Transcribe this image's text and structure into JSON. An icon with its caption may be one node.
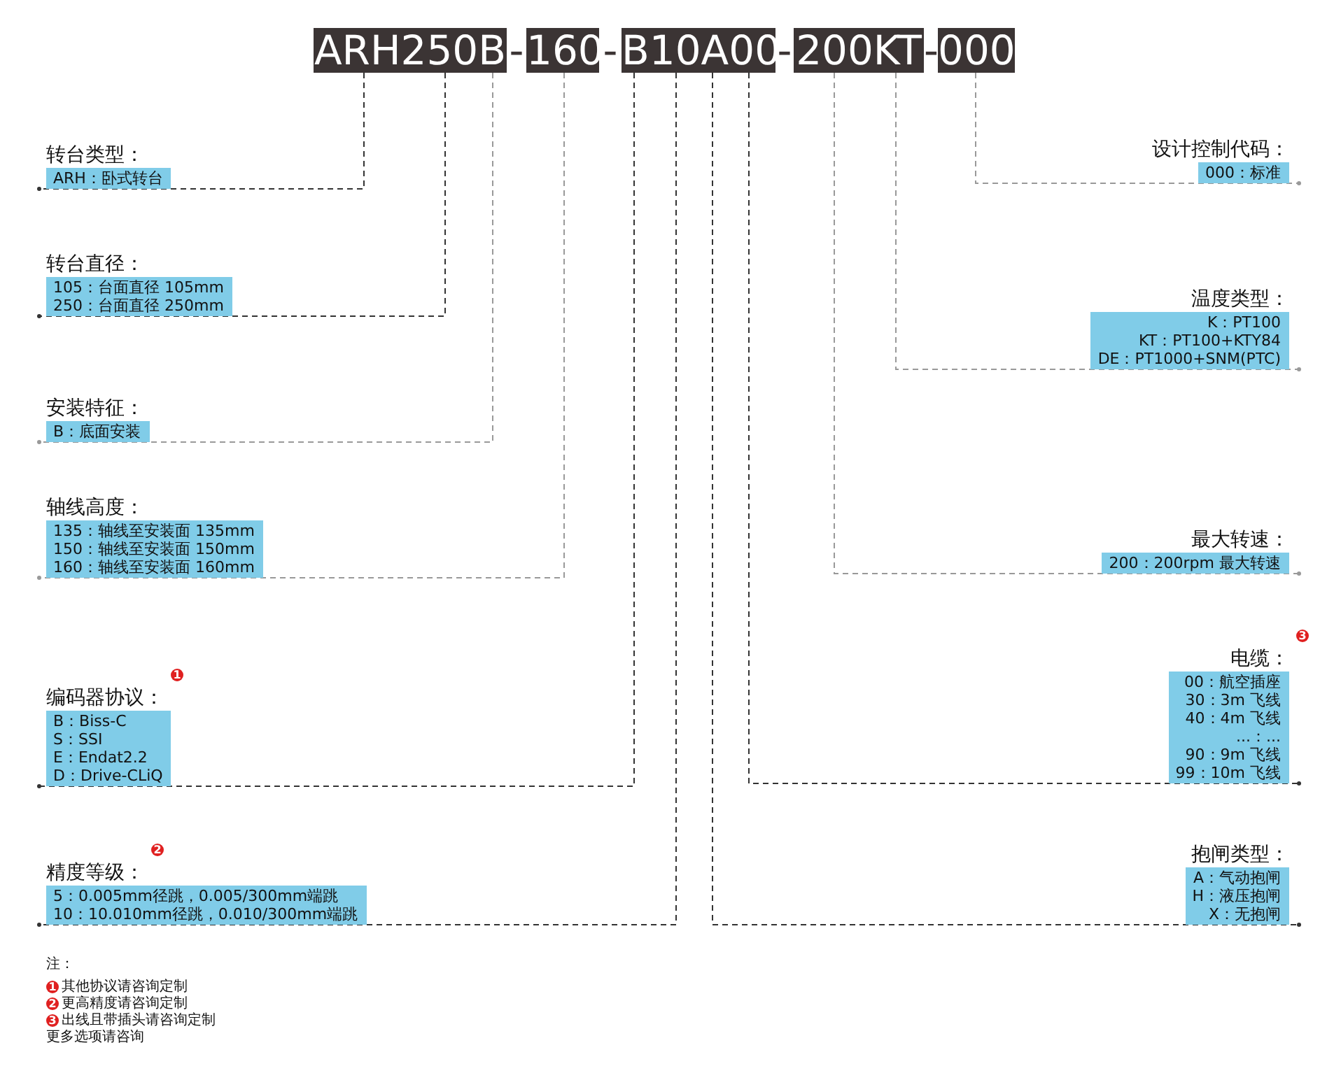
{
  "diagram": {
    "nodes": [
      {
        "text": [
          "ARH250B"
        ]
      },
      {
        "text": [
          "160"
        ]
      },
      {
        "text": [
          "B10A00"
        ]
      },
      {
        "text": [
          "200KT"
        ]
      },
      {
        "text": [
          "000"
        ]
      },
      {
        "text": [
          "转台类型：",
          "ARH：卧式转台"
        ]
      },
      {
        "text": [
          "转台直径：",
          "105：台面直径 105mm",
          "250：台面直径 250mm"
        ]
      },
      {
        "text": [
          "安装特征：",
          "B：底面安装"
        ]
      },
      {
        "text": [
          "轴线高度：",
          "135：轴线至安装面 135mm",
          "150：轴线至安装面 150mm",
          "160：轴线至安装面 160mm"
        ]
      },
      {
        "text": [
          "编码器协议：",
          "B：Biss-C",
          "S：SSI",
          "E：Endat2.2",
          "D：Drive-CLiQ"
        ],
        "beside": [
          "1"
        ]
      },
      {
        "text": [
          "精度等级：",
          "5：0.005mm径跳，0.005/300mm端跳",
          "10：10.010mm径跳，0.010/300mm端跳"
        ],
        "beside": [
          "2"
        ]
      },
      {
        "text": [
          "设计控制代码：",
          "000：标准"
        ]
      },
      {
        "text": [
          "温度类型：",
          "K：PT100",
          "KT：PT100+KTY84",
          "DE：PT1000+SNM(PTC)"
        ]
      },
      {
        "text": [
          "最大转速：",
          "200：200rpm 最大转速"
        ]
      },
      {
        "text": [
          "电缆：",
          "00：航空插座",
          "30：3m 飞线",
          "40：4m 飞线",
          "...：...",
          "90：9m 飞线",
          "99：10m 飞线"
        ],
        "beside": [
          "3"
        ]
      },
      {
        "text": [
          "抱闸类型：",
          "A：气动抱闸",
          "H：液压抱闸",
          "X：无抱闸"
        ]
      }
    ],
    "edges": [
      {
        "from": 0,
        "to": 5,
        "arrow": "other",
        "style": "dashed"
      },
      {
        "from": 0,
        "to": 6,
        "arrow": "other",
        "style": "dashed"
      },
      {
        "from": 0,
        "to": 7,
        "arrow": "other",
        "style": "dashed",
        "color": "#999999"
      },
      {
        "from": 1,
        "to": 8,
        "arrow": "other",
        "style": "dashed",
        "color": "#999999"
      },
      {
        "from": 2,
        "to": 9,
        "arrow": "other",
        "style": "dashed"
      },
      {
        "from": 2,
        "to": 10,
        "arrow": "other",
        "style": "dashed"
      },
      {
        "from": 2,
        "to": 15,
        "arrow": "other",
        "style": "dashed"
      },
      {
        "from": 2,
        "to": 14,
        "arrow": "other",
        "style": "dashed"
      },
      {
        "from": 3,
        "to": 13,
        "arrow": "other",
        "style": "dashed",
        "color": "#999999"
      },
      {
        "from": 3,
        "to": 12,
        "arrow": "other",
        "style": "dashed",
        "color": "#999999"
      },
      {
        "from": 4,
        "to": 11,
        "arrow": "other",
        "style": "dashed",
        "color": "#999999"
      }
    ],
    "labels": [
      "-",
      "-",
      "-",
      "-",
      "注：",
      "1",
      "其他协议请咨询定制",
      "2",
      "更高精度请咨询定制",
      "3",
      "出线且带插头请咨询定制",
      "更多选项请咨询"
    ]
  }
}
